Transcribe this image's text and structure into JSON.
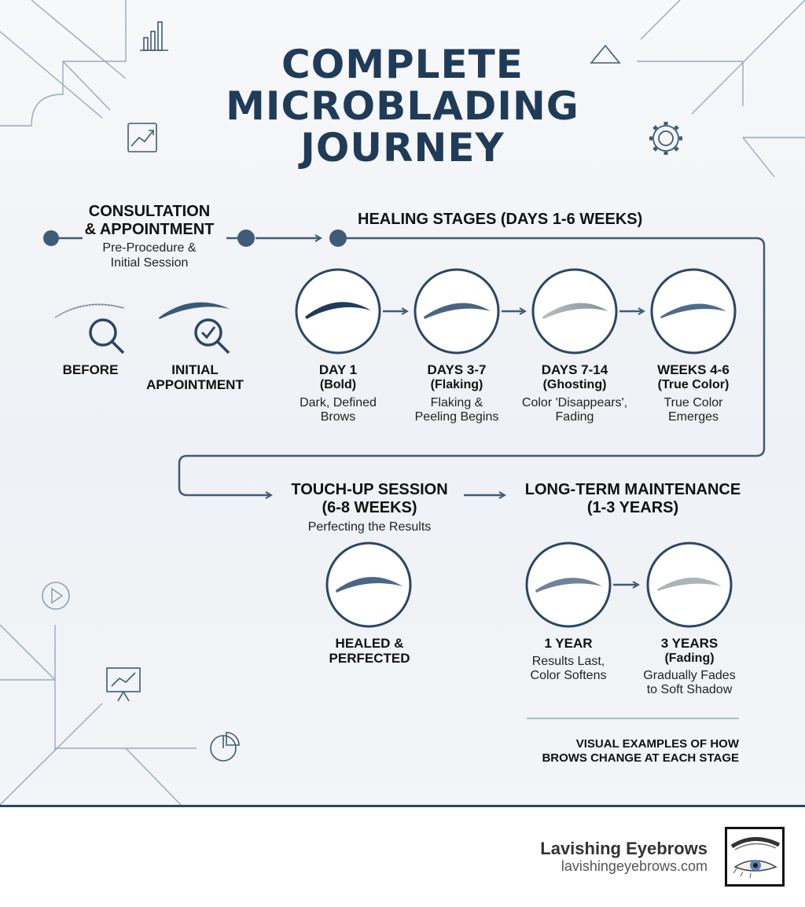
{
  "title": {
    "line1": "COMPLETE",
    "line2": "MICROBLADING",
    "line3": "JOURNEY"
  },
  "consultation": {
    "heading_line1": "CONSULTATION",
    "heading_line2": "& APPOINTMENT",
    "sub_line1": "Pre-Procedure &",
    "sub_line2": "Initial Session",
    "before_label": "BEFORE",
    "initial_line1": "INITIAL",
    "initial_line2": "APPOINTMENT"
  },
  "healing": {
    "heading": "HEALING STAGES (DAYS 1-6 WEEKS)",
    "stages": [
      {
        "title": "DAY 1",
        "tag": "(Bold)",
        "desc1": "Dark, Defined",
        "desc2": "Brows"
      },
      {
        "title": "DAYS 3-7",
        "tag": "(Flaking)",
        "desc1": "Flaking &",
        "desc2": "Peeling Begins"
      },
      {
        "title": "DAYS 7-14",
        "tag": "(Ghosting)",
        "desc1": "Color 'Disappears',",
        "desc2": "Fading"
      },
      {
        "title": "WEEKS 4-6",
        "tag": "(True Color)",
        "desc1": "True Color",
        "desc2": "Emerges"
      }
    ]
  },
  "touchup": {
    "heading_line1": "TOUCH-UP SESSION",
    "heading_line2": "(6-8 WEEKS)",
    "sub": "Perfecting the Results",
    "label_line1": "HEALED &",
    "label_line2": "PERFECTED"
  },
  "longterm": {
    "heading_line1": "LONG-TERM MAINTENANCE",
    "heading_line2": "(1-3 YEARS)",
    "stages": [
      {
        "title": "1 YEAR",
        "tag": "",
        "desc1": "Results Last,",
        "desc2": "Color Softens"
      },
      {
        "title": "3 YEARS",
        "tag": "(Fading)",
        "desc1": "Gradually Fades",
        "desc2": "to Soft Shadow"
      }
    ]
  },
  "caption": {
    "line1": "VISUAL EXAMPLES OF HOW",
    "line2": "BROWS CHANGE AT EACH STAGE"
  },
  "brand": {
    "name": "Lavishing Eyebrows",
    "url": "lavishingeyebrows.com"
  },
  "colors": {
    "navy": "#1f3b58",
    "line": "#3f5b78",
    "deco": "#8fa0b2"
  },
  "icons": [
    "bar-chart-icon",
    "growth-chart-icon",
    "triangle-icon",
    "gear-icon",
    "magnifier-icon",
    "magnifier-check-icon",
    "play-icon",
    "presentation-icon",
    "pie-chart-icon",
    "eye-icon"
  ]
}
